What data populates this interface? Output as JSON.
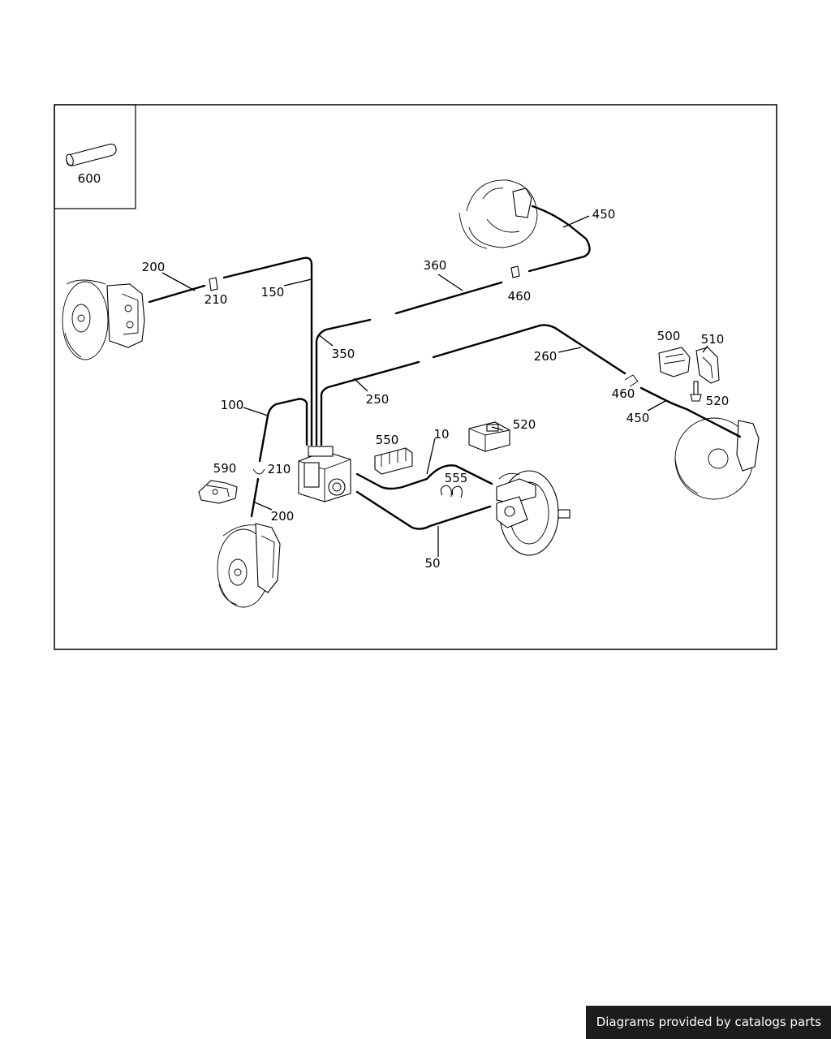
{
  "diagram": {
    "callouts": {
      "c600": "600",
      "c200_left": "200",
      "c210_left": "210",
      "c150": "150",
      "c360": "360",
      "c460_top": "460",
      "c450_top": "450",
      "c350": "350",
      "c250": "250",
      "c260": "260",
      "c500": "500",
      "c510": "510",
      "c460_right": "460",
      "c520_right": "520",
      "c450_right": "450",
      "c100": "100",
      "c590": "590",
      "c210_lower": "210",
      "c200_lower": "200",
      "c550": "550",
      "c10": "10",
      "c520_mid": "520",
      "c555": "555",
      "c50": "50"
    }
  },
  "footer": {
    "credit": "Diagrams provided by catalogs parts"
  }
}
